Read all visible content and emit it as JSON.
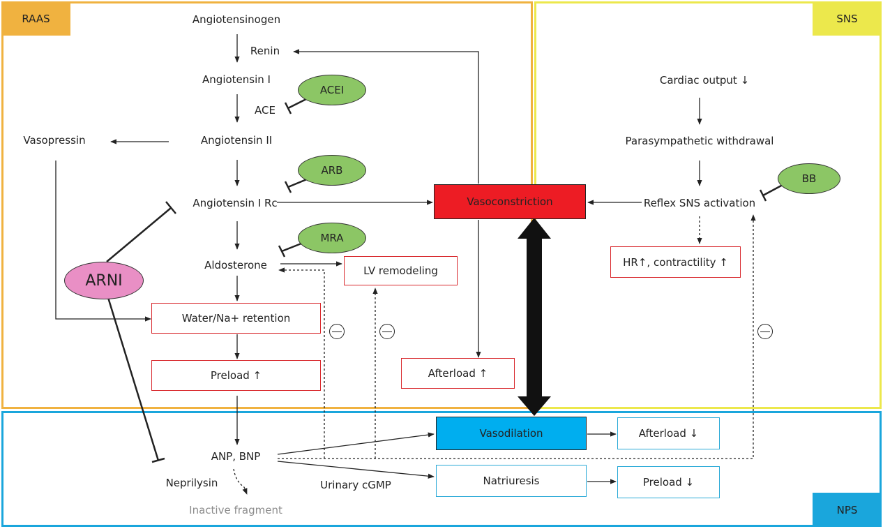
{
  "systems": {
    "raas": "RAAS",
    "sns": "SNS",
    "nps": "NPS"
  },
  "raas": {
    "angiotensinogen": "Angiotensinogen",
    "renin": "Renin",
    "angiotensin_1": "Angiotensin I",
    "ace": "ACE",
    "angiotensin_2": "Angiotensin II",
    "vasopressin": "Vasopressin",
    "angiotensin_rc": "Angiotensin I Rc",
    "aldosterone": "Aldosterone",
    "lv_remodeling": "LV remodeling",
    "water_na_retention": "Water/Na+ retention",
    "preload_up": "Preload ↑",
    "afterload_up": "Afterload ↑",
    "vasoconstriction": "Vasoconstriction"
  },
  "drugs": {
    "acei": "ACEI",
    "arb": "ARB",
    "mra": "MRA",
    "bb": "BB",
    "arni": "ARNI"
  },
  "sns": {
    "cardiac_output": "Cardiac output ↓",
    "parasympathetic": "Parasympathetic withdrawal",
    "reflex_sns": "Reflex SNS activation",
    "hr_contractility": "HR↑,  contractility ↑"
  },
  "nps": {
    "anp_bnp": "ANP, BNP",
    "neprilysin": "Neprilysin",
    "inactive_fragment": "Inactive fragment",
    "urinary_cgmp": "Urinary cGMP",
    "vasodilation": "Vasodilation",
    "natriuresis": "Natriuresis",
    "afterload_down": "Afterload ↓",
    "preload_down": "Preload ↓"
  },
  "colors": {
    "raas": "#f0b240",
    "sns": "#ece84c",
    "nps": "#1aa6dc",
    "vasoconstriction": "#ed1c24",
    "vasodilation": "#00aeef",
    "drug_oval": "#8cc665",
    "arni_oval": "#e98fc5",
    "box_red": "#d8262b",
    "box_cyan": "#29a9d7"
  }
}
